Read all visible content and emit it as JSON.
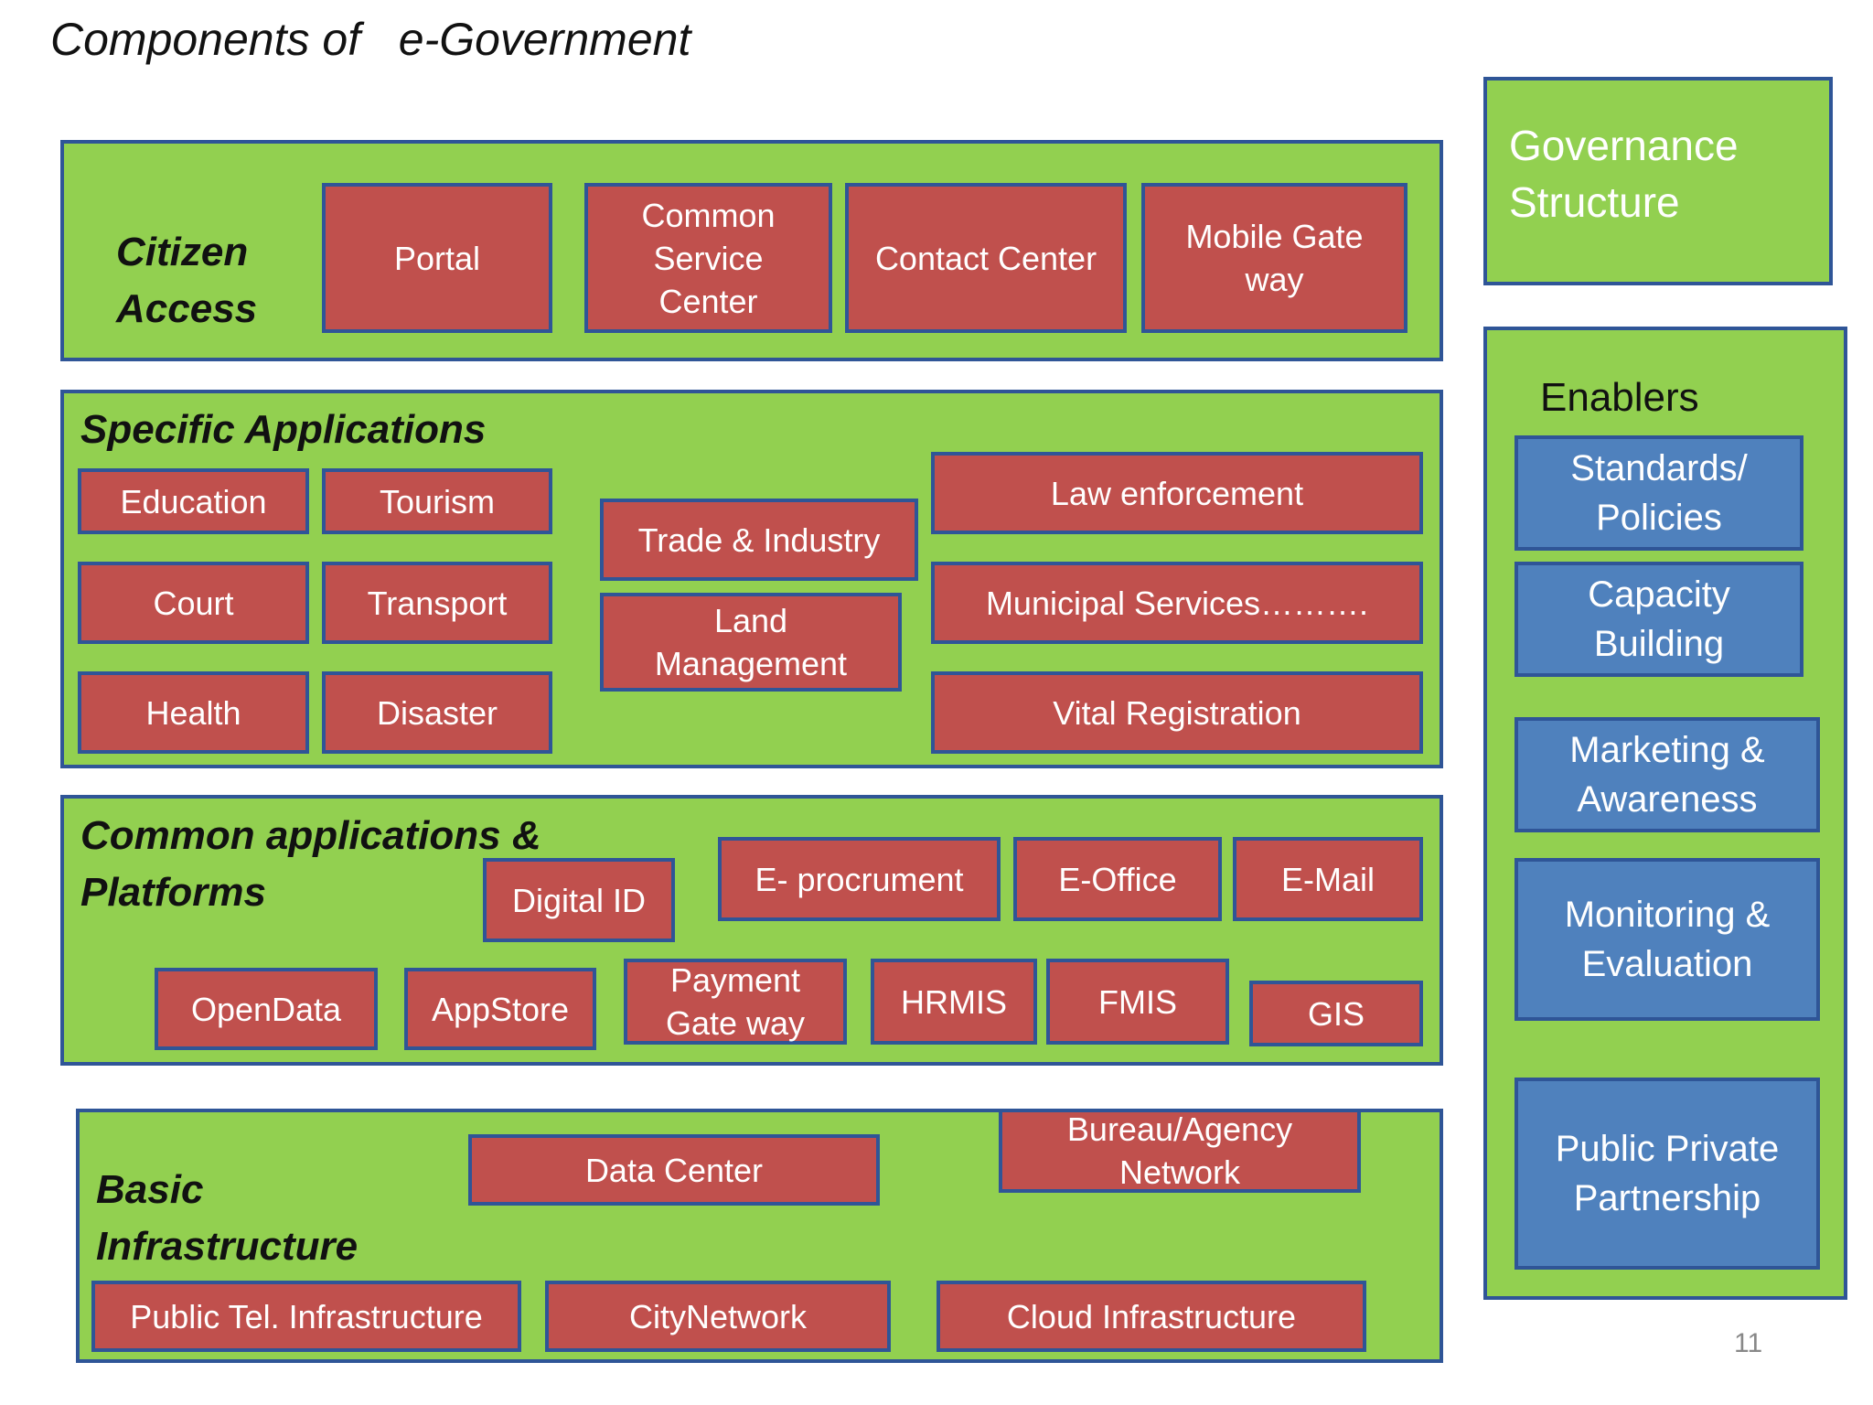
{
  "title": "Components of   e-Government",
  "citizen_access": {
    "label": "Citizen\nAccess",
    "items": [
      "Portal",
      "Common\nService\nCenter",
      "Contact Center",
      "Mobile Gate\nway"
    ]
  },
  "specific_applications": {
    "label": "Specific Applications",
    "items": [
      "Education",
      "Tourism",
      "Court",
      "Transport",
      "Health",
      "Disaster",
      "Trade & Industry",
      "Land\nManagement",
      "Law enforcement",
      "Municipal Services……….",
      "Vital Registration"
    ]
  },
  "common_applications": {
    "label": "Common applications &\nPlatforms",
    "items": [
      "Digital ID",
      "E- procrument",
      "E-Office",
      "E-Mail",
      "OpenData",
      "AppStore",
      "Payment\nGate way",
      "HRMIS",
      "FMIS",
      "GIS"
    ]
  },
  "basic_infrastructure": {
    "label": "Basic\nInfrastructure",
    "items": [
      "Data Center",
      "Bureau/Agency\nNetwork",
      "Public Tel. Infrastructure",
      "CityNetwork",
      "Cloud Infrastructure"
    ]
  },
  "governance": {
    "label": "Governance\nStructure"
  },
  "enablers": {
    "title": "Enablers",
    "items": [
      "Standards/\nPolicies",
      "Capacity\nBuilding",
      "Marketing &\nAwareness",
      "Monitoring &\nEvaluation",
      "Public Private\nPartnership"
    ]
  },
  "page_number": "11",
  "colors": {
    "panel_green": "#92d050",
    "box_red": "#c0504d",
    "box_blue": "#4f81bd",
    "border_blue": "#2f5597"
  }
}
